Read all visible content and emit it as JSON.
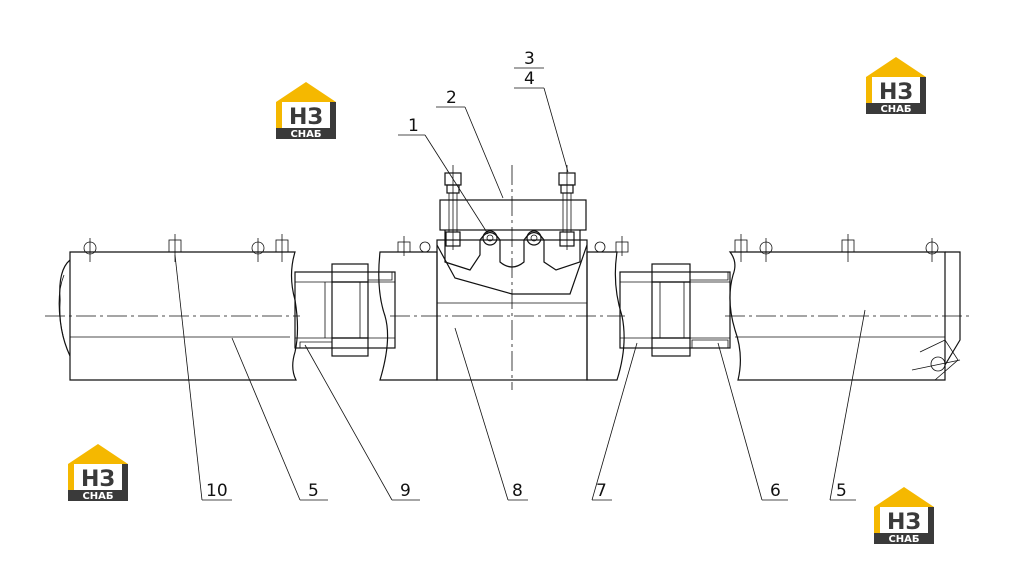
{
  "watermark": {
    "mark": "НЗ",
    "word": "СНАБ",
    "color_yellow": "#f5b800",
    "color_dark": "#333333"
  },
  "callouts": {
    "c1": "1",
    "c2": "2",
    "c3": "3",
    "c4": "4",
    "c5a": "5",
    "c5b": "5",
    "c6": "6",
    "c7": "7",
    "c8": "8",
    "c9": "9",
    "c10": "10"
  }
}
